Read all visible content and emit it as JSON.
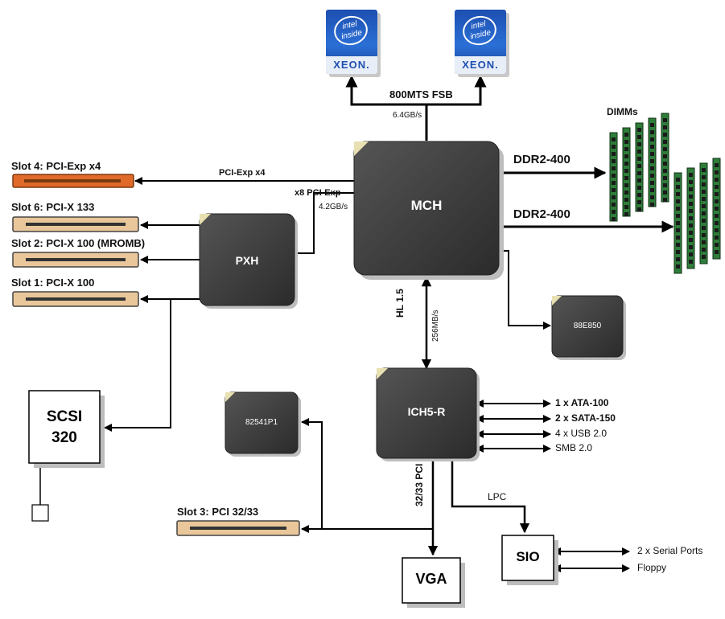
{
  "cpus": [
    {
      "brand": "intel inside",
      "model": "XEON."
    },
    {
      "brand": "intel inside",
      "model": "XEON."
    }
  ],
  "fsb": {
    "label": "800MTS FSB",
    "bandwidth": "6.4GB/s"
  },
  "mch": {
    "label": "MCH"
  },
  "memory": {
    "dimms_label": "DIMMs",
    "channel1": "DDR2-400",
    "channel2": "DDR2-400"
  },
  "pci_exp_link": {
    "label": "PCI-Exp x4",
    "x8_label": "x8 PCI-Exp",
    "x8_bandwidth": "4.2GB/s"
  },
  "slots": {
    "slot4": "Slot 4: PCI-Exp x4",
    "slot6": "Slot 6: PCI-X 133",
    "slot2": "Slot 2: PCI-X 100 (MROMB)",
    "slot1": "Slot 1: PCI-X 100",
    "slot3": "Slot 3: PCI 32/33"
  },
  "pxh": {
    "label": "PXH"
  },
  "scsi": {
    "line1": "SCSI",
    "line2": "320"
  },
  "nic_chip": {
    "label": "88E850"
  },
  "hl": {
    "label": "HL 1.5",
    "bandwidth": "256MB/s"
  },
  "ich": {
    "label": "ICH5-R"
  },
  "ich_links": [
    "1 x ATA-100",
    "2 x SATA-150",
    "4 x USB 2.0",
    "SMB 2.0"
  ],
  "gbe_chip": {
    "label": "82541P1"
  },
  "pci_bus": {
    "label": "32/33 PCI"
  },
  "lpc": {
    "label": "LPC"
  },
  "vga": {
    "label": "VGA"
  },
  "sio": {
    "label": "SIO"
  },
  "sio_links": [
    "2 x Serial Ports",
    "Floppy"
  ],
  "colors": {
    "chip": "#3b3b3b",
    "slot_orange": "#e06a2a",
    "slot_tan": "#e9c79a",
    "dimm_green": "#2f7d3a",
    "cpu_blue": "#2b6fd6"
  }
}
